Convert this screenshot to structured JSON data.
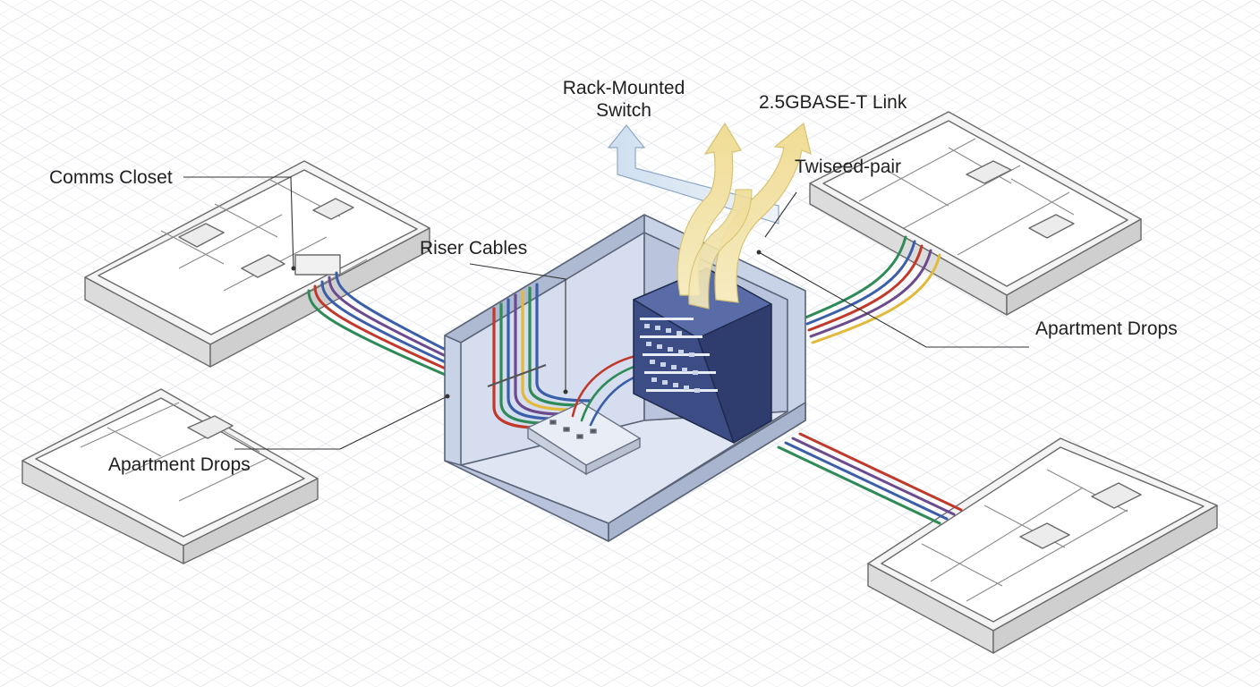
{
  "labels": {
    "comms_closet": "Comms Closet",
    "riser_cables": "Riser Cables",
    "rack_mounted_switch_line1": "Rack-Mounted",
    "rack_mounted_switch_line2": "Switch",
    "link": "2.5GBASE-T Link",
    "twisted_pair": "Twiseed-pair",
    "apartment_drops_right": "Apartment Drops",
    "apartment_drops_left": "Apartment Drops"
  },
  "colors": {
    "cable_red": "#c0392b",
    "cable_green": "#2e8b57",
    "cable_blue": "#3a5fa8",
    "cable_purple": "#6b4a8e",
    "cable_yellow": "#e2b93b",
    "cable_orange": "#d8832a",
    "closet_fill": "#c9d3e8",
    "switch_fill": "#3c4d86",
    "link_arrow": "#f2e2a6",
    "switch_arrow": "#d6e2f1"
  }
}
